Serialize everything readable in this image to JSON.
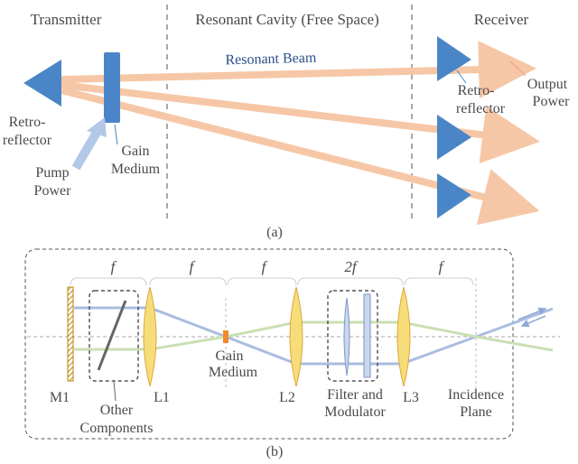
{
  "panel_a": {
    "regions": {
      "transmitter": "Transmitter",
      "cavity": "Resonant Cavity (Free Space)",
      "receiver": "Receiver"
    },
    "beam_label": "Resonant Beam",
    "retro_left": [
      "Retro-",
      "reflector"
    ],
    "gain": [
      "Gain",
      "Medium"
    ],
    "pump": [
      "Pump",
      "Power"
    ],
    "retro_right": [
      "Retro-",
      "reflector"
    ],
    "output": [
      "Output",
      "Power"
    ],
    "caption": "(a)",
    "colors": {
      "beam": "#f6c7a6",
      "element": "#4a86c7",
      "pump_arrow": "#b3c7e6"
    }
  },
  "panel_b": {
    "spacings": [
      "f",
      "f",
      "f",
      "2f",
      "f"
    ],
    "m1": "M1",
    "other": [
      "Other",
      "Components"
    ],
    "l1": "L1",
    "gain": [
      "Gain",
      "Medium"
    ],
    "l2": "L2",
    "filter": [
      "Filter and",
      "Modulator"
    ],
    "l3": "L3",
    "incidence": [
      "Incidence",
      "Plane"
    ],
    "caption": "(b)",
    "colors": {
      "lens": "#f7dc7a",
      "beam_blue": "#a9bde0",
      "beam_green": "#c9e0b3",
      "gain_chip": "#f08a2c",
      "mirror": "#b8860b"
    }
  }
}
